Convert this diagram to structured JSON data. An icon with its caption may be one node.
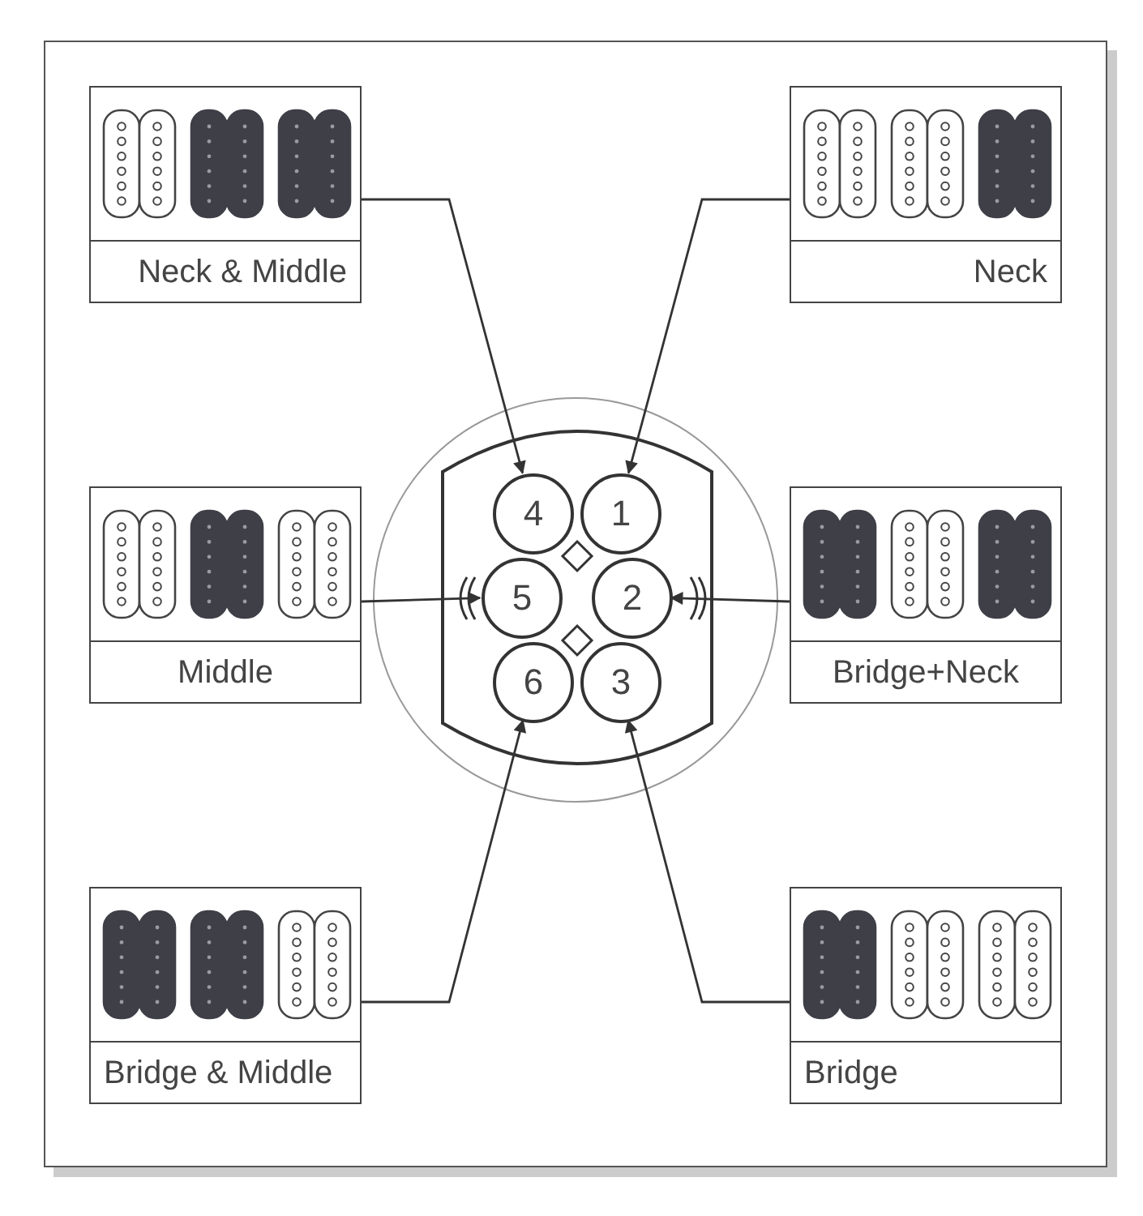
{
  "diagram": {
    "nodes": [
      {
        "text": [
          "Neck & Middle"
        ]
      },
      {
        "text": [
          "Neck"
        ]
      },
      {
        "text": [
          "Middle"
        ]
      },
      {
        "text": [],
        "shape": "circle"
      },
      {
        "text": [
          "4"
        ],
        "in": 3
      },
      {
        "text": [
          "1"
        ],
        "in": 3
      },
      {
        "text": [
          "5"
        ],
        "in": 3
      },
      {
        "text": [
          "2"
        ],
        "in": 3
      },
      {
        "text": [
          "6"
        ],
        "in": 3
      },
      {
        "text": [
          "3"
        ],
        "in": 3
      },
      {
        "text": [
          "Bridge+Neck"
        ]
      },
      {
        "text": [
          "Bridge & Middle"
        ]
      },
      {
        "text": [
          "Bridge"
        ]
      }
    ],
    "edges": [
      {
        "from": 0,
        "to": 4,
        "arrow": "to"
      },
      {
        "from": 1,
        "to": 5,
        "arrow": "to"
      },
      {
        "from": 2,
        "to": 6,
        "arrow": "to"
      },
      {
        "from": 10,
        "to": 7,
        "arrow": "to"
      },
      {
        "from": 11,
        "to": 8,
        "arrow": "to"
      },
      {
        "from": 12,
        "to": 9,
        "arrow": "to"
      }
    ]
  }
}
